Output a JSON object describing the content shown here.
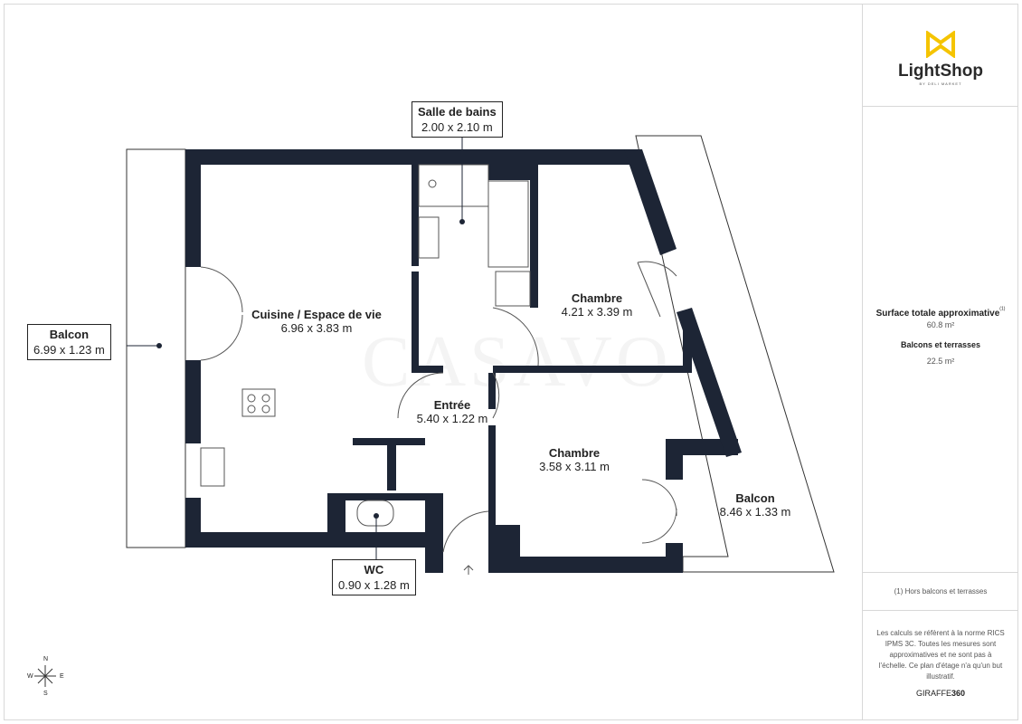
{
  "brand": {
    "name": "LightShop",
    "tagline": "BY DELI MARKET",
    "accent": "#f5c400"
  },
  "watermark": "CASAVO",
  "summary": {
    "total_label": "Surface totale approximative",
    "total_note": "(1)",
    "total_value": "60.8 m²",
    "balcony_label": "Balcons et terrasses",
    "balcony_value": "22.5 m²"
  },
  "footnote": "(1) Hors balcons et terrasses",
  "disclaimer": "Les calculs se réfèrent à la norme RICS IPMS 3C. Toutes les mesures sont approximatives et ne sont pas à l'échelle. Ce plan d'étage n'a qu'un but illustratif.",
  "credit": {
    "a": "GIRAFFE",
    "b": "360"
  },
  "rooms": {
    "salle": {
      "name": "Salle de bains",
      "dim": "2.00 x 2.10 m"
    },
    "cuisine": {
      "name": "Cuisine / Espace de vie",
      "dim": "6.96 x 3.83 m"
    },
    "chambre1": {
      "name": "Chambre",
      "dim": "4.21 x 3.39 m"
    },
    "entree": {
      "name": "Entrée",
      "dim": "5.40 x 1.22 m"
    },
    "chambre2": {
      "name": "Chambre",
      "dim": "3.58 x 3.11 m"
    },
    "balcon1": {
      "name": "Balcon",
      "dim": "6.99 x 1.23 m"
    },
    "balcon2": {
      "name": "Balcon",
      "dim": "8.46 x 1.33 m"
    },
    "wc": {
      "name": "WC",
      "dim": "0.90 x 1.28 m"
    }
  },
  "compass": {
    "n": "N",
    "s": "S",
    "e": "E",
    "w": "W"
  },
  "wall_color": "#1d2535"
}
